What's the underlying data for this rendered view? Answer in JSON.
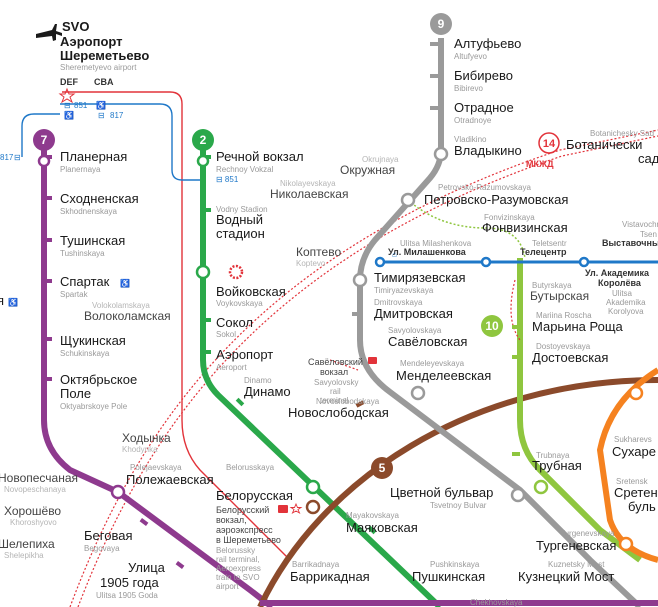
{
  "colors": {
    "line2": "#2aa84a",
    "line5": "#8b4a2b",
    "line7": "#8e3a8e",
    "line9": "#9a9a9a",
    "line10": "#8fc63f",
    "line14": "#e2333a",
    "orange": "#f58220",
    "blue": "#1f78c8",
    "gray_light": "#c8c8c8",
    "red": "#e2333a"
  },
  "lines": {
    "l2": "2",
    "l5": "5",
    "l7": "7",
    "l9": "9",
    "l10": "10",
    "l14": "14",
    "mkzhd": "МКЖД"
  },
  "airport": {
    "code": "SVO",
    "ru1": "Аэропорт",
    "ru2": "Шереметьево",
    "en": "Sheremetyevo airport",
    "terminals_left": "DEF",
    "terminals_right": "CBA",
    "bus_851": "851",
    "bus_817": "817",
    "bus_817_left": "817"
  },
  "stations": {
    "planernaya": {
      "ru": "Планерная",
      "en": "Planernaya"
    },
    "skhodnenskaya": {
      "ru": "Сходненская",
      "en": "Skhodnenskaya"
    },
    "tushinskaya": {
      "ru": "Тушинская",
      "en": "Tushinskaya"
    },
    "spartak": {
      "ru": "Спартак",
      "en": "Spartak"
    },
    "volokolamskaya": {
      "ru": "Волоколамская",
      "en": "Volokolamskaya"
    },
    "shchukinskaya": {
      "ru": "Щукинская",
      "en": "Schukinskaya"
    },
    "oktyabrskoe1": {
      "ru": "Октябрьское",
      "ru2": "Поле",
      "en": "Oktyabrskoye Pole"
    },
    "khodynka": {
      "ru": "Ходынка",
      "en": "Khodynka"
    },
    "polezhaevskaya": {
      "ru": "Полежаевская",
      "en": "Polejaevskaya"
    },
    "novopeschanaya": {
      "ru": "Новопесчаная",
      "en": "Novopeschanaya"
    },
    "khoroshyovo": {
      "ru": "Хорошёво",
      "en": "Khoroshyovo"
    },
    "shelepikha": {
      "ru": "Шелепиха",
      "en": "Shelepikha"
    },
    "begovaya": {
      "ru": "Беговая",
      "en": "Begovaya"
    },
    "ulitsa1905_1": {
      "ru": "Улица",
      "ru2": "1905 года",
      "en": "Ulitsa 1905 Goda"
    },
    "rechnoy": {
      "ru": "Речной вокзал",
      "en": "Rechnoy Vokzal"
    },
    "vodny1": {
      "ru": "Водный",
      "ru2": "стадион",
      "en": "Vodny Stadion"
    },
    "voykovskaya": {
      "ru": "Войковская",
      "en": "Voykovskaya"
    },
    "sokol": {
      "ru": "Сокол",
      "en": "Sokol"
    },
    "aeroport": {
      "ru": "Аэропорт",
      "en": "Aeroport"
    },
    "dinamo": {
      "ru": "Динамо",
      "en": "Dinamo"
    },
    "belorusskaya": {
      "ru": "Белорусская",
      "en": "Belorusskaya"
    },
    "belvokzal": {
      "l1": "Белорусский",
      "l2": "вокзал,",
      "l3": "аэроэкспресс",
      "l4": "в Шереметьево",
      "e1": "Belorussky",
      "e2": "rail terminal,",
      "e3": "Aeroexpress",
      "e4": "train to SVO",
      "e5": "airport"
    },
    "mayakovskaya": {
      "ru": "Маяковская",
      "en": "Mayakovskaya"
    },
    "barrikadnaya": {
      "ru": "Баррикадная",
      "en": "Barrikadnaya"
    },
    "pushkinskaya": {
      "ru": "Пушкинская",
      "en": "Pushkinskaya"
    },
    "chekhovskaya": {
      "en": "Chekhovskaya"
    },
    "kuznetsky": {
      "ru": "Кузнецкий Мост",
      "en": "Kuznetsky Most"
    },
    "okruzhnaya": {
      "ru": "Окружная",
      "en": "Okrujnaya"
    },
    "nikolaevskaya": {
      "ru": "Николаевская",
      "en": "Nikolayevskaya"
    },
    "koptevo": {
      "ru": "Коптево",
      "en": "Koptevo"
    },
    "savelovsky_vokzal": {
      "l1": "Савёловский",
      "l2": "вокзал",
      "e1": "Savyolovsky",
      "e2": "rail",
      "e3": "terminal"
    },
    "novoslobodskaya": {
      "ru": "Новослободская",
      "en": "Novoslobodskaya"
    },
    "tsvetnoy": {
      "ru": "Цветной бульвар",
      "en": "Tsvetnoy Bulvar"
    },
    "altufyevo": {
      "ru": "Алтуфьево",
      "en": "Altufyevo"
    },
    "bibirevo": {
      "ru": "Бибирево",
      "en": "Bibirevo"
    },
    "otradnoe": {
      "ru": "Отрадное",
      "en": "Otradnoye"
    },
    "vladykino": {
      "ru": "Владыкино",
      "en": "Vladikino"
    },
    "botanichesky": {
      "ru": "Ботанически",
      "ru2": "сад",
      "en": "Botanichesky Sad"
    },
    "petrovsko": {
      "ru": "Петровско-Разумовская",
      "en": "Petrovsko-Razumovskaya"
    },
    "fonvizinskaya": {
      "ru": "Фонвизинская",
      "en": "Fonvizinskaya"
    },
    "timiryazevskaya": {
      "ru": "Тимирязевская",
      "en": "Timiryazevskaya"
    },
    "milashenkova": {
      "ru": "Ул. Милашенкова",
      "en": "Ulitsa Milashenkova"
    },
    "telecentre": {
      "ru": "Телецентр",
      "en": "Teletsentr"
    },
    "vystavochny": {
      "ru": "Выставочны",
      "en": "Vistavochn",
      "en2": "Tsen"
    },
    "korolyova": {
      "ru": "Ул. Академика",
      "ru2": "Королёва",
      "en": "Ulitsa",
      "en2": "Akademika",
      "en3": "Korolyova"
    },
    "dmitrovskaya": {
      "ru": "Дмитровская",
      "en": "Dmitrovskaya"
    },
    "butyrskaya": {
      "ru": "Бутырская",
      "en": "Butyrskaya"
    },
    "savelovskaya": {
      "ru": "Савёловская",
      "en": "Savyolovskaya"
    },
    "marina": {
      "ru": "Марьина Роща",
      "en": "Mariina Roscha"
    },
    "dostoevskaya": {
      "ru": "Достоевская",
      "en": "Dostoyevskaya"
    },
    "mendeleevskaya": {
      "ru": "Менделеевская",
      "en": "Mendeleyevskaya"
    },
    "trubnaya": {
      "ru": "Трубная",
      "en": "Trubnaya"
    },
    "sukharevskaya": {
      "ru": "Сухаре",
      "en": "Sukharevs"
    },
    "sretensky": {
      "ru": "Сретен",
      "ru2": "буль",
      "en": "Sretensk"
    },
    "turgenevskaya": {
      "ru": "Тургеневская",
      "en": "Turgenevskaya"
    },
    "left_partial": {
      "ru": "я"
    }
  }
}
